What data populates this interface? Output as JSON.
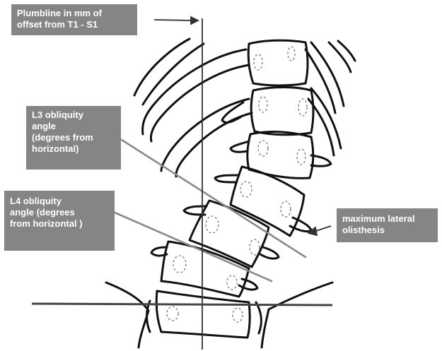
{
  "labels": {
    "plumbline": "Plumbline in mm of\noffset from T1 - S1",
    "l3_obliquity": "L3 obliquity\nangle\n(degrees from\nhorizontal)",
    "l4_obliquity": "L4 obliquity\nangle (degrees\nfrom horizontal )",
    "lateral_olisthesis": "maximum lateral\nolisthesis"
  },
  "colors": {
    "label_box": "#858585",
    "label_text": "#ffffff",
    "drawing": "#111111",
    "oblique_lines": "#8a8a8a"
  }
}
